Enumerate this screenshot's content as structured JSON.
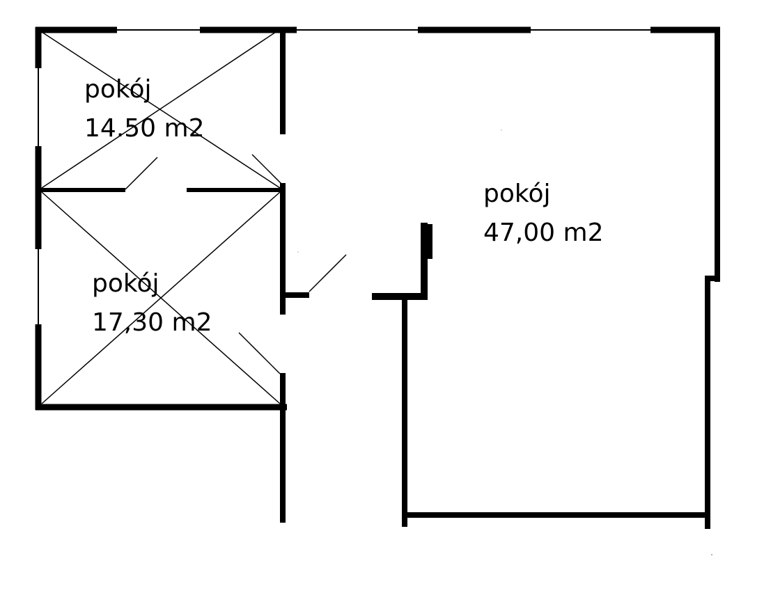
{
  "colors": {
    "wall": "#000000",
    "background": "#ffffff"
  },
  "rooms": [
    {
      "name": "pokój",
      "area": "14.50 m2"
    },
    {
      "name": "pokój",
      "area": "17,30 m2"
    },
    {
      "name": "pokój",
      "area": "47,00 m2"
    }
  ]
}
